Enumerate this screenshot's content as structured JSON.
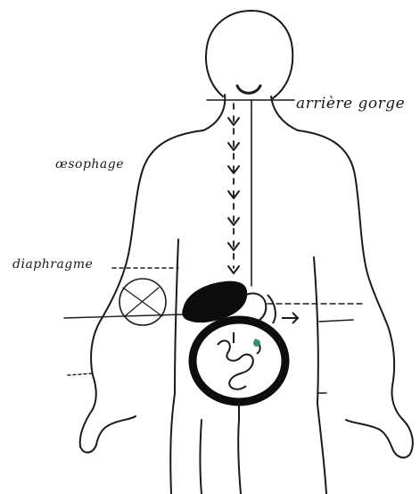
{
  "labels": {
    "throat": "arrière gorge",
    "esophagus": "œsophage",
    "diaphragm": "diaphragme",
    "stomach": "",
    "intestine": "",
    "pancreas": "",
    "bottom_left": "",
    "bottom_right": ""
  },
  "colors": {
    "ink": "#1a1a1a",
    "paper": "#ffffff",
    "organ_fill": "#0d0d0d"
  },
  "icons": {
    "arrow": "down-arrow-icon"
  }
}
